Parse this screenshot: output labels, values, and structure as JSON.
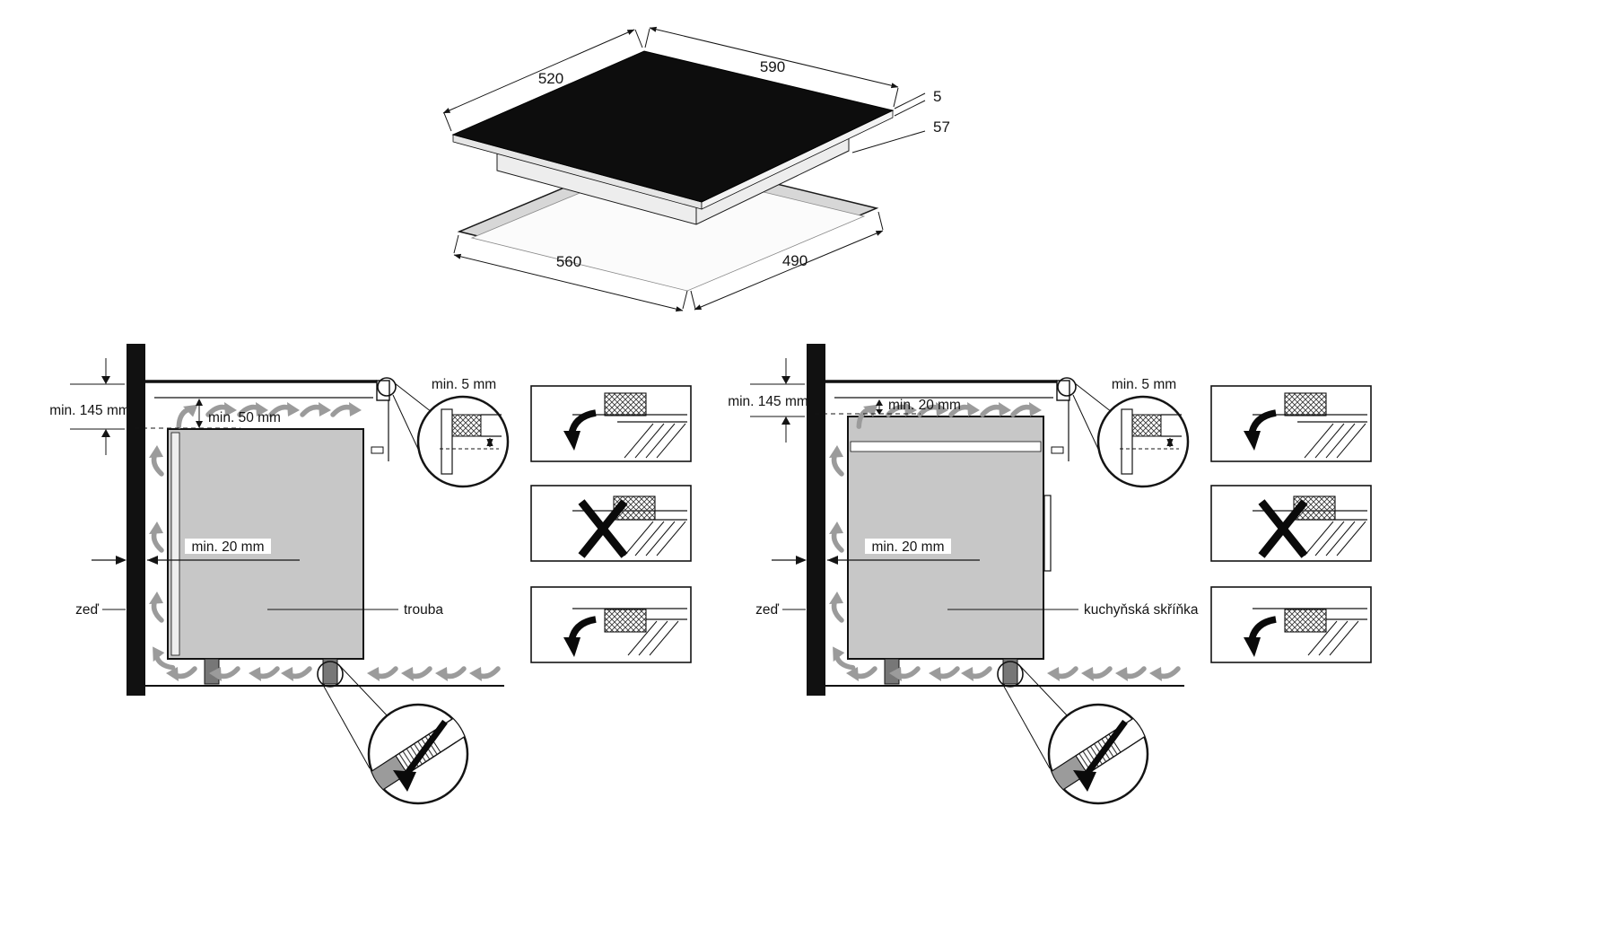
{
  "hob_dimensions": {
    "top_width_left": "520",
    "top_width_right": "590",
    "glass_thickness": "5",
    "total_height": "57",
    "cutout_width_left": "560",
    "cutout_width_right": "490"
  },
  "oven_install": {
    "front_clearance": "min. 145 mm",
    "top_clearance": "min. 50 mm",
    "rear_clearance": "min. 20 mm",
    "edge_clearance": "min. 5 mm",
    "wall_label": "zeď",
    "unit_label": "trouba"
  },
  "cabinet_install": {
    "front_clearance": "min. 145 mm",
    "top_clearance": "min. 20 mm",
    "rear_clearance": "min. 20 mm",
    "edge_clearance": "min. 5 mm",
    "wall_label": "zeď",
    "unit_label": "kuchyňská skříňka"
  },
  "style": {
    "glass_color": "#0d0d0d",
    "unit_fill": "#c7c7c7",
    "airflow_color": "#9b9b9b",
    "wall_color": "#111111"
  }
}
